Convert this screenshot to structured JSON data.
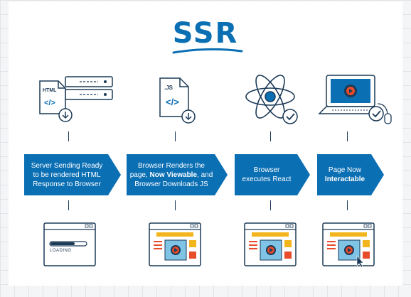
{
  "title": "SSR",
  "steps": [
    {
      "line1": "Server Sending Ready",
      "line2": "to be rendered HTML",
      "line3": "Response to Browser"
    },
    {
      "line1": "Browser Renders the",
      "line2_pre": "page, ",
      "line2_bold": "Now Viewable",
      "line2_post": ", and",
      "line3": "Browser Downloads JS"
    },
    {
      "line1": "Browser",
      "line2": "executes React"
    },
    {
      "line1": "Page Now",
      "line2_bold": "Interactable"
    }
  ],
  "icons": {
    "html_file_label": "HTML",
    "js_file_label": ".JS",
    "loading_label": "LOADING"
  },
  "colors": {
    "primary": "#0b6fb4",
    "outline": "#1b3a57",
    "accent_yellow": "#f2b51d",
    "accent_red": "#e84c2b",
    "accent_blue": "#7fc3e5"
  }
}
